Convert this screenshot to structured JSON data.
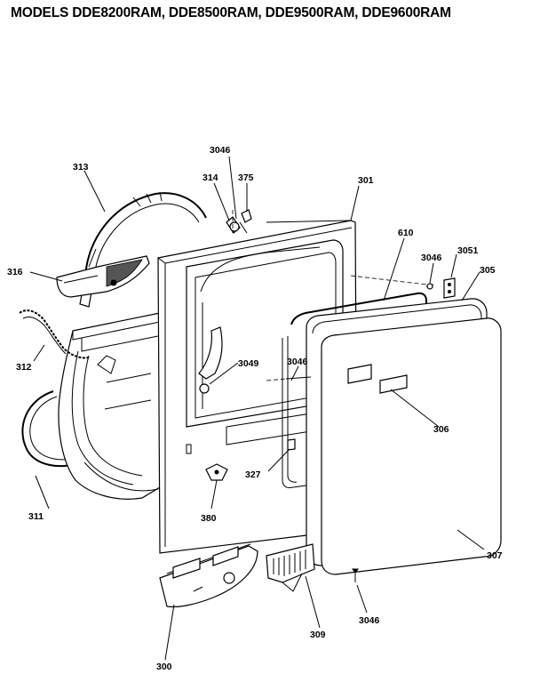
{
  "title": "MODELS DDE8200RAM, DDE8500RAM, DDE9500RAM, DDE9600RAM",
  "labels": {
    "p3046_top": "3046",
    "p314": "314",
    "p375": "375",
    "p301": "301",
    "p313": "313",
    "p610": "610",
    "p3046_right": "3046",
    "p3051": "3051",
    "p305": "305",
    "p316": "316",
    "p312": "312",
    "p3049": "3049",
    "p3046_mid": "3046",
    "p306": "306",
    "p327": "327",
    "p311": "311",
    "p380": "380",
    "p307": "307",
    "p3046_bottom": "3046",
    "p309": "309",
    "p300": "300"
  }
}
